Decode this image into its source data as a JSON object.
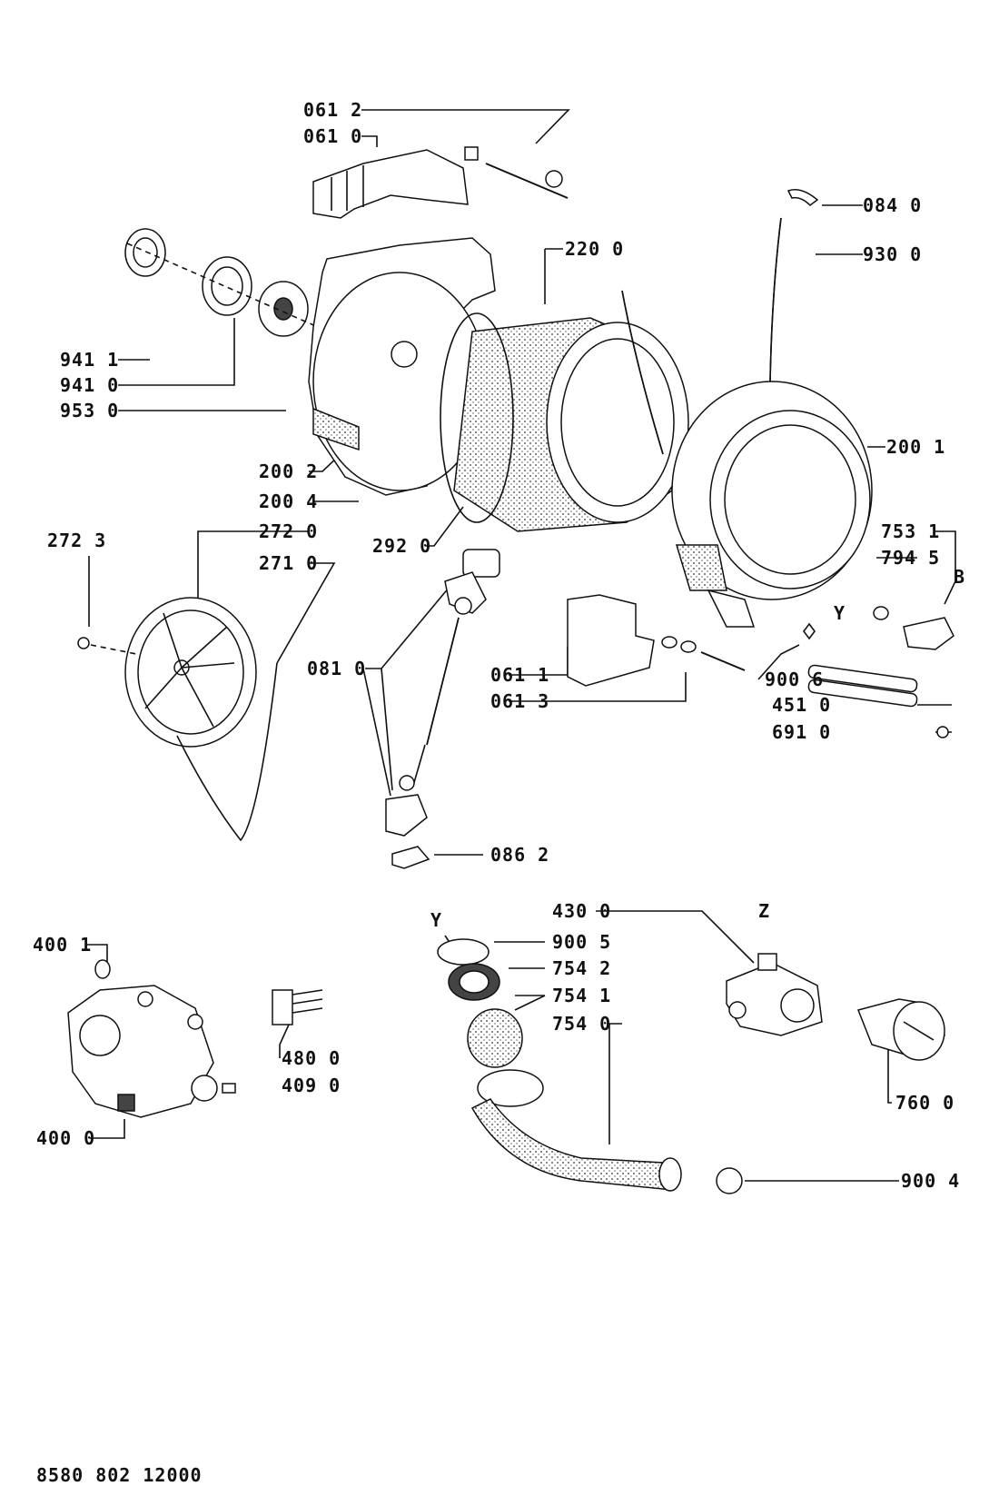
{
  "labels": {
    "l0612": "061 2",
    "l0610": "061 0",
    "l0840": "084 0",
    "l9300": "930 0",
    "l2200": "220 0",
    "l9411": "941 1",
    "l9410": "941 0",
    "l9530": "953 0",
    "l2001": "200 1",
    "l2002": "200 2",
    "l2004": "200 4",
    "l2723": "272 3",
    "l2720": "272 0",
    "l2710": "271 0",
    "l2920": "292 0",
    "l7531": "753 1",
    "l7945": "794 5",
    "lB": "B",
    "lY1": "Y",
    "l0810": "081 0",
    "l0611": "061 1",
    "l0613": "061 3",
    "l9006": "900 6",
    "l4510": "451 0",
    "l6910": "691 0",
    "l0862": "086 2",
    "l4300": "430 0",
    "lZ": "Z",
    "lY2": "Y",
    "l9005": "900 5",
    "l7542": "754 2",
    "l7541": "754 1",
    "l7540": "754 0",
    "l4001": "400 1",
    "l4800": "480 0",
    "l4090": "409 0",
    "l4000": "400 0",
    "l7600": "760 0",
    "l9004": "900 4"
  },
  "document_code": "8580 802 12000"
}
